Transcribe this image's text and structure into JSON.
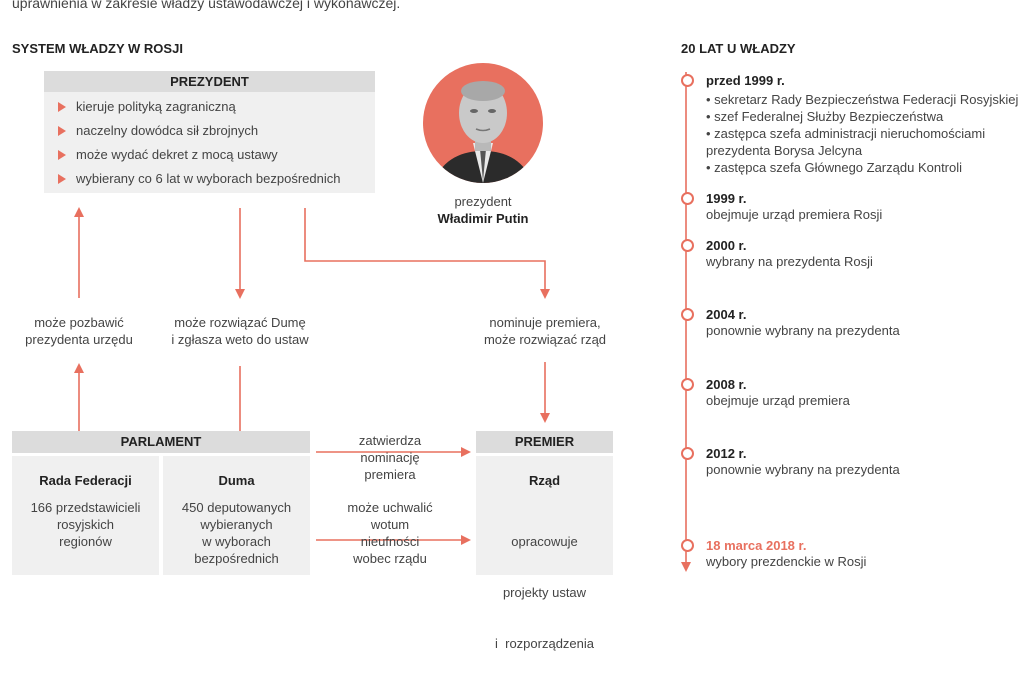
{
  "intro": "uprawnienia w zakresie władzy ustawodawczej i wykonawczej.",
  "system_title": "SYSTEM WŁADZY W ROSJI",
  "timeline_title": "20 LAT U WŁADZY",
  "prezydent": {
    "header": "PREZYDENT",
    "items": [
      "kieruje polityką zagraniczną",
      "naczelny dowódca sił zbrojnych",
      "może wydać dekret z mocą ustawy",
      "wybierany co 6 lat w wyborach bezpośrednich"
    ]
  },
  "portrait": {
    "role": "prezydent",
    "name": "Władimir Putin",
    "accent": "#e8705f"
  },
  "labels": {
    "impeach": [
      "może pozbawić",
      "prezydenta urzędu"
    ],
    "dissolve": [
      "może rozwiązać Dumę",
      "i zgłasza weto do ustaw"
    ],
    "nominate": [
      "nominuje premiera,",
      "może rozwiązać rząd"
    ],
    "approve": [
      "zatwierdza",
      "nominację",
      "premiera"
    ],
    "noconfidence": [
      "może uchwalić",
      "wotum",
      "nieufności",
      "wobec rządu"
    ]
  },
  "parlament": {
    "header": "PARLAMENT",
    "rada": {
      "title": "Rada Federacji",
      "desc": [
        "166 przedstawicieli",
        "rosyjskich",
        "regionów"
      ]
    },
    "duma": {
      "title": "Duma",
      "desc": [
        "450 deputowanych",
        "wybieranych",
        "w wyborach",
        "bezpośrednich"
      ]
    }
  },
  "premier": {
    "header": "PREMIER",
    "title": "Rząd",
    "desc": [
      "opracowuje",
      "projekty ustaw",
      "i  rozporządzenia"
    ]
  },
  "timeline": [
    {
      "year": "przed 1999 r.",
      "lines": [
        "• sekretarz Rady Bezpieczeństwa Federacji Rosyjskiej",
        "• szef Federalnej Służby Bezpieczeństwa",
        "• zastępca szefa administracji nieruchomościami",
        "prezydenta Borysa Jelcyna",
        "• zastępca szefa Głównego Zarządu Kontroli"
      ]
    },
    {
      "year": "1999 r.",
      "lines": [
        "obejmuje urząd premiera Rosji"
      ]
    },
    {
      "year": "2000 r.",
      "lines": [
        "wybrany na prezydenta Rosji"
      ]
    },
    {
      "year": "2004 r.",
      "lines": [
        "ponownie wybrany na prezydenta"
      ]
    },
    {
      "year": "2008 r.",
      "lines": [
        "obejmuje urząd premiera"
      ]
    },
    {
      "year": "2012 r.",
      "lines": [
        "ponownie wybrany na prezydenta"
      ]
    },
    {
      "year": "18 marca 2018 r.",
      "lines": [
        "wybory prezdenckie w Rosji"
      ],
      "highlight": true
    }
  ],
  "colors": {
    "accent": "#e8705f",
    "box": "#f0f0f0",
    "box_header": "#dcdcdc"
  }
}
